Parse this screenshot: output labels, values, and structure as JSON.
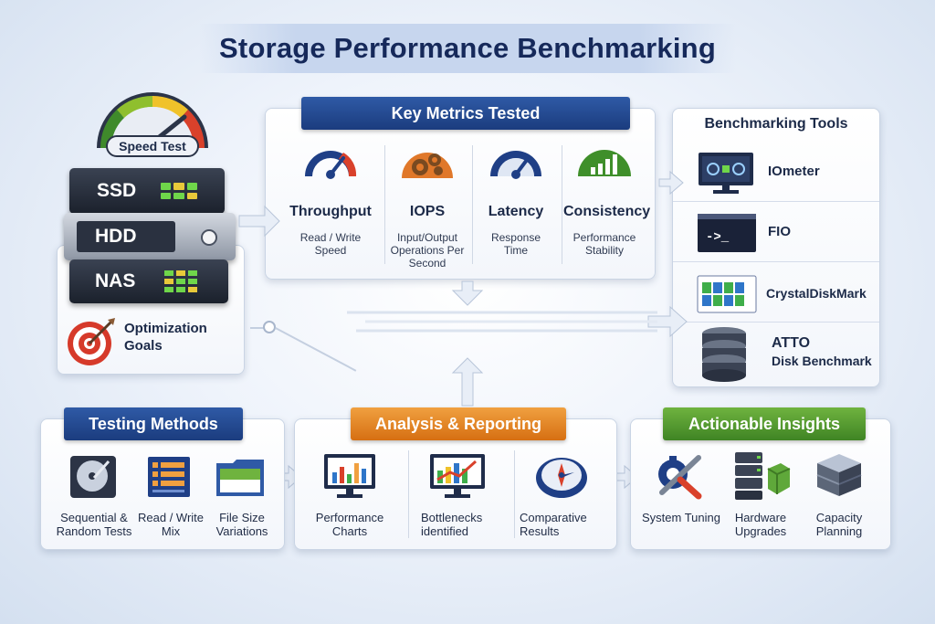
{
  "title": "Storage Performance Benchmarking",
  "left": {
    "gauge_label": "Speed Test",
    "drives": [
      "SSD",
      "HDD",
      "NAS"
    ],
    "optimization": "Optimization Goals"
  },
  "metrics": {
    "heading": "Key Metrics Tested",
    "items": [
      {
        "name": "Throughput",
        "desc": "Read / Write Speed",
        "icon": "speedometer-icon"
      },
      {
        "name": "IOPS",
        "desc": "Input/Output Operations Per Second",
        "icon": "gears-icon"
      },
      {
        "name": "Latency",
        "desc": "Response Time",
        "icon": "gauge-icon"
      },
      {
        "name": "Consistency",
        "desc": "Performance Stability",
        "icon": "bar-gauge-icon"
      }
    ]
  },
  "tools": {
    "heading": "Benchmarking Tools",
    "items": [
      {
        "name": "IOmeter",
        "icon": "monitor-icon"
      },
      {
        "name": "FIO",
        "icon": "terminal-icon"
      },
      {
        "name": "CrystalDiskMark",
        "icon": "grid-app-icon"
      },
      {
        "name": "ATTO",
        "name2": "Disk Benchmark",
        "icon": "database-icon"
      }
    ]
  },
  "testing": {
    "heading": "Testing Methods",
    "items": [
      {
        "label": "Sequential & Random Tests",
        "icon": "hard-disk-icon"
      },
      {
        "label": "Read / Write Mix",
        "icon": "list-icon"
      },
      {
        "label": "File Size Variations",
        "icon": "folder-icon"
      }
    ]
  },
  "analysis": {
    "heading": "Analysis & Reporting",
    "items": [
      {
        "label": "Performance Charts",
        "icon": "chart-monitor-icon"
      },
      {
        "label": "Bottlenecks identified",
        "icon": "trend-monitor-icon"
      },
      {
        "label": "Comparative Results",
        "icon": "compass-icon"
      }
    ]
  },
  "insights": {
    "heading": "Actionable Insights",
    "items": [
      {
        "label": "System Tuning",
        "icon": "tools-icon"
      },
      {
        "label": "Hardware Upgrades",
        "icon": "server-upgrade-icon"
      },
      {
        "label": "Capacity Planning",
        "icon": "cube-icon"
      }
    ]
  },
  "colors": {
    "navy": "#1b3c7e",
    "orange": "#d66f12",
    "green": "#3f8424",
    "gauge_red": "#d9412b"
  }
}
